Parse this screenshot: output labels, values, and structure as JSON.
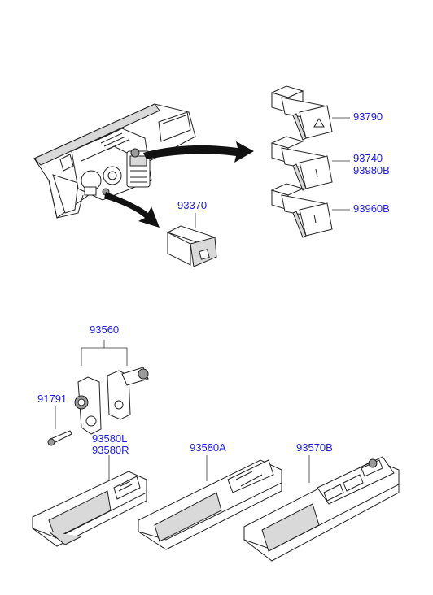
{
  "labels": {
    "p93790": "93790",
    "p93740": "93740",
    "p93980B": "93980B",
    "p93960B": "93960B",
    "p93370": "93370",
    "p93560": "93560",
    "p91791": "91791",
    "p93580L": "93580L",
    "p93580R": "93580R",
    "p93580A": "93580A",
    "p93570B": "93570B"
  },
  "colors": {
    "label": "#1a1ae6",
    "line": "#222222",
    "arrow": "#000000"
  }
}
